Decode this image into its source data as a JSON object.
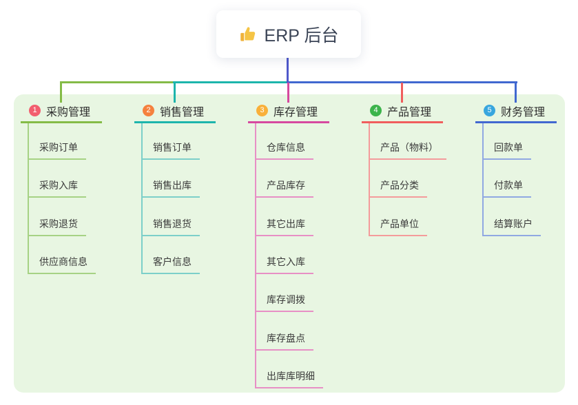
{
  "title": {
    "text": "ERP 后台",
    "icon": "thumbs-up-icon"
  },
  "colors": {
    "canvas_bg": "#ffffff",
    "panel_bg": "#e8f6e2",
    "root_line": "#4f58cb",
    "root_text": "#3b4456",
    "branch_text": "#2e2e2e",
    "child_text": "#3a3a3a",
    "thumb_yellow": "#f5c445"
  },
  "branches": [
    {
      "index": "1",
      "label": "采购管理",
      "badge_color": "#f25e6e",
      "line_color": "#84bb47",
      "child_line_color": "#a6d284",
      "children": [
        "采购订单",
        "采购入库",
        "采购退货",
        "供应商信息"
      ]
    },
    {
      "index": "2",
      "label": "销售管理",
      "badge_color": "#f5813e",
      "line_color": "#1db5ac",
      "child_line_color": "#7ccfc9",
      "children": [
        "销售订单",
        "销售出库",
        "销售退货",
        "客户信息"
      ]
    },
    {
      "index": "3",
      "label": "库存管理",
      "badge_color": "#f9b03a",
      "line_color": "#d6499f",
      "child_line_color": "#e78fc5",
      "children": [
        "仓库信息",
        "产品库存",
        "其它出库",
        "其它入库",
        "库存调拨",
        "库存盘点",
        "出库库明细"
      ]
    },
    {
      "index": "4",
      "label": "产品管理",
      "badge_color": "#3cb44b",
      "line_color": "#f05d5d",
      "child_line_color": "#f49b9b",
      "children": [
        "产品（物料）",
        "产品分类",
        "产品单位"
      ]
    },
    {
      "index": "5",
      "label": "财务管理",
      "badge_color": "#38a6de",
      "line_color": "#4168d0",
      "child_line_color": "#90a8e2",
      "children": [
        "回款单",
        "付款单",
        "结算账户"
      ]
    }
  ]
}
